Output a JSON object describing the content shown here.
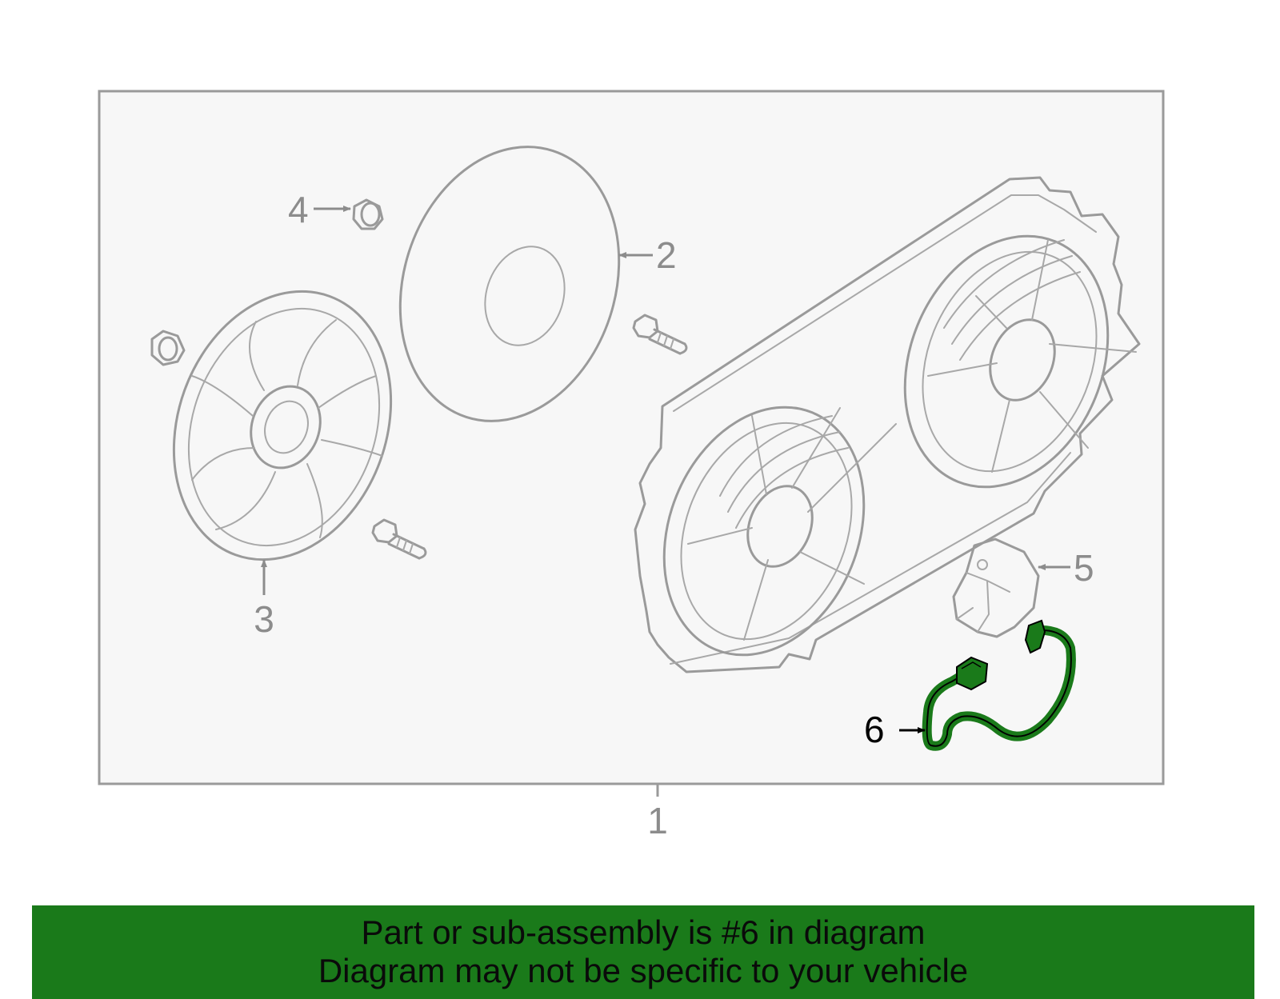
{
  "callouts": {
    "c1": "1",
    "c2": "2",
    "c3": "3",
    "c4": "4",
    "c5": "5",
    "c6": "6"
  },
  "highlight_color": "#1a7a1a",
  "banner": {
    "line1": "Part or sub-assembly is #6 in diagram",
    "line2": "Diagram may not be specific to your vehicle"
  }
}
